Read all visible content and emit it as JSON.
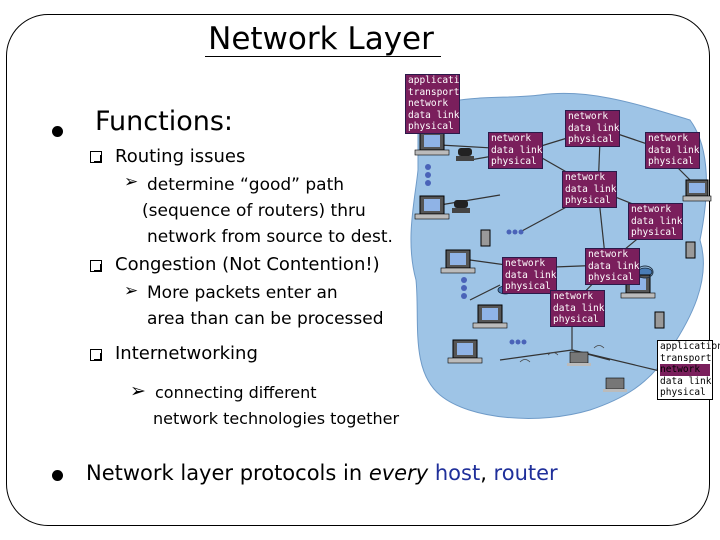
{
  "slide": {
    "title": "Network Layer",
    "functions_heading": "Functions:",
    "routing": {
      "heading": "Routing issues",
      "detail_lines": [
        "determine “good” path",
        "(sequence of routers) thru",
        "network from source to dest."
      ]
    },
    "congestion": {
      "heading": "Congestion (Not Contention!)",
      "detail_lines": [
        "More packets enter an",
        "area than can be processed"
      ]
    },
    "internetworking": {
      "heading": "Internetworking",
      "detail_lines": [
        "connecting different",
        "network technologies together"
      ]
    },
    "footer": {
      "prefix": "Network layer protocols in ",
      "every": "every",
      "host": " host",
      "comma": ",",
      "router": " router"
    }
  },
  "stacks": {
    "host_full": [
      "application",
      "transport",
      "network",
      "data link",
      "physical"
    ],
    "router": [
      "network",
      "data link",
      "physical"
    ]
  },
  "colors": {
    "stack_fill": "#7a1f5c",
    "network_cloud": "#9ec4e6",
    "host_word": "#1f2f9a",
    "router_word": "#1f2f9a"
  }
}
